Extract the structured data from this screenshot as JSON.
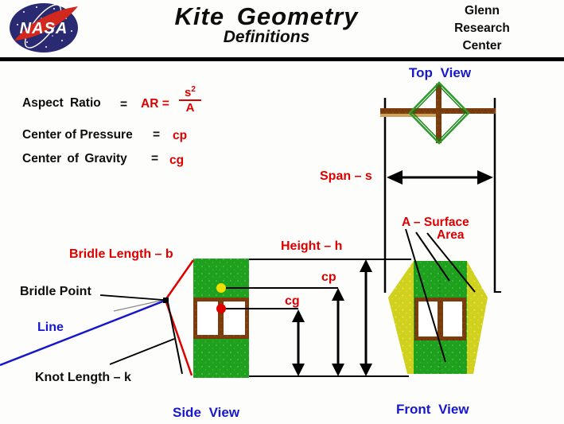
{
  "header": {
    "logo_text": "NASA",
    "title": "Kite Geometry",
    "subtitle": "Definitions",
    "agency_line1": "Glenn",
    "agency_line2": "Research",
    "agency_line3": "Center"
  },
  "definitions": {
    "aspect_ratio_label": "Aspect Ratio",
    "aspect_ratio_eq": "=",
    "ar_lhs": "AR =",
    "ar_num_base": "s",
    "ar_num_exp": "2",
    "ar_denominator": "A",
    "cp_label": "Center of Pressure",
    "cp_eq": "=",
    "cp_symbol": "cp",
    "cg_label": "Center of Gravity",
    "cg_eq": "=",
    "cg_symbol": "cg"
  },
  "views": {
    "top": "Top View",
    "side": "Side View",
    "front": "Front View"
  },
  "annotations": {
    "span": "Span – s",
    "surface_line1": "A – Surface",
    "surface_line2": "Area",
    "height": "Height – h",
    "cp": "cp",
    "cg": "cg",
    "bridle_length": "Bridle Length – b",
    "bridle_point": "Bridle Point",
    "line": "Line",
    "knot_length": "Knot Length – k"
  },
  "colors": {
    "annotation_red": "#dd0000",
    "view_label_blue": "#1717cd",
    "kite_green": "#1fa11f",
    "kite_yellow": "#d0d01e",
    "stick_brown": "#7c3d0e",
    "cp_dot_yellow": "#f0df00",
    "cg_dot_red": "#e00000"
  }
}
